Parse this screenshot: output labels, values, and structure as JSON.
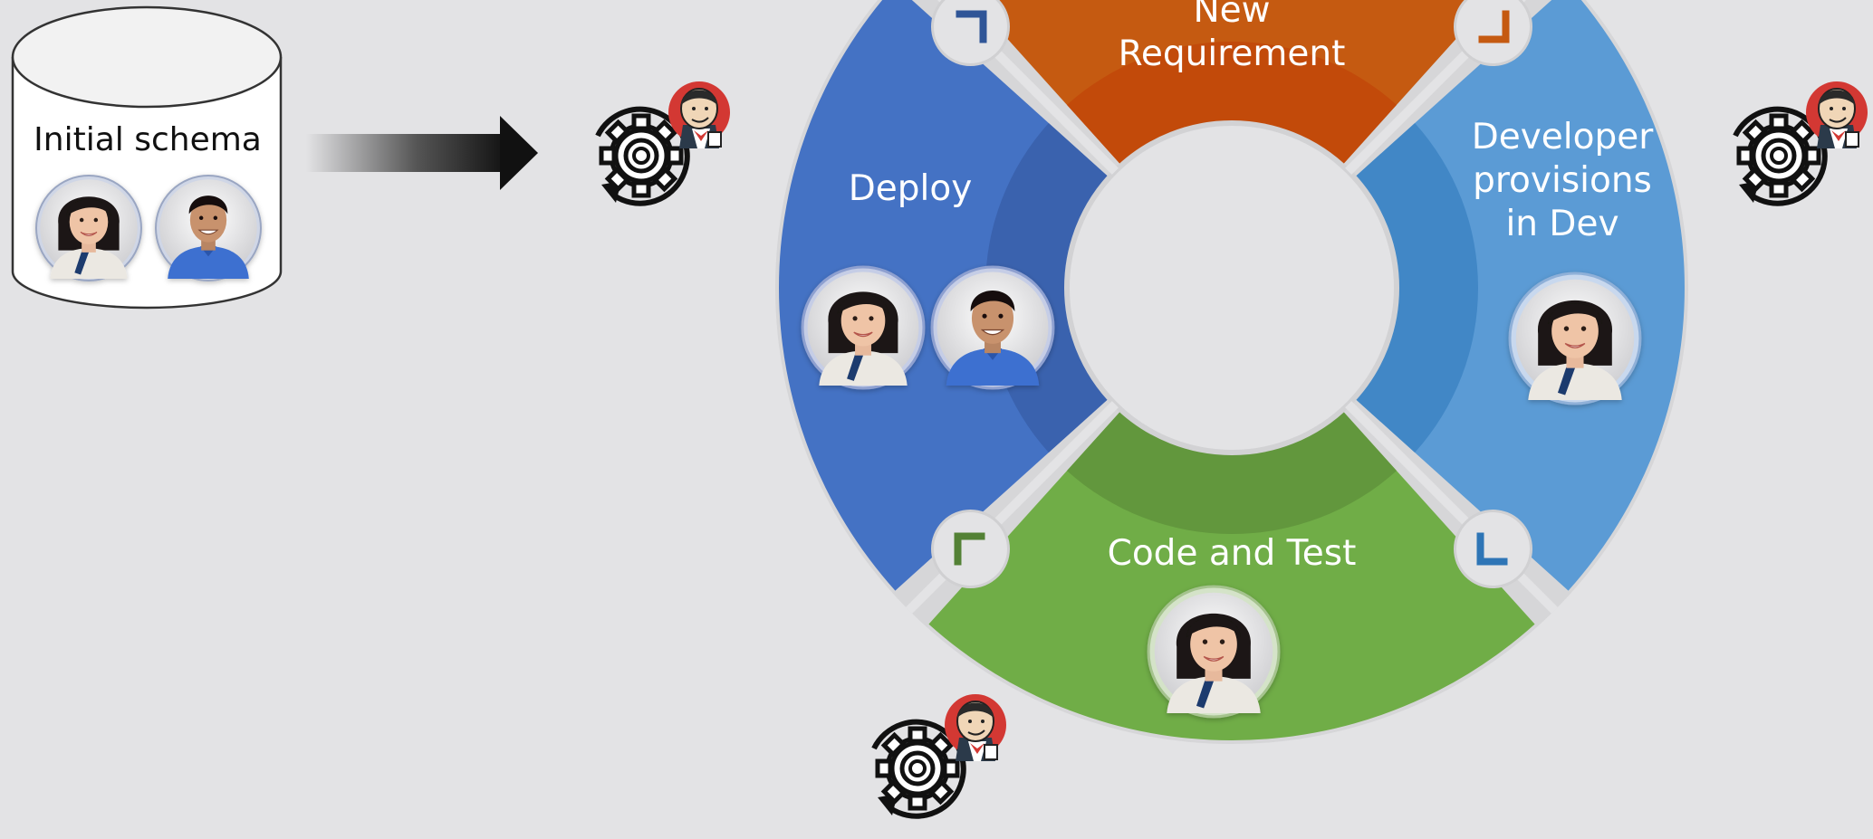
{
  "database": {
    "label": "Initial schema",
    "avatars": [
      "woman-avatar",
      "man-avatar"
    ]
  },
  "cycle": {
    "segments": [
      {
        "id": "requirement",
        "label": "New\nRequirement",
        "color": "#c55a11",
        "inner_color": "#c24a0a",
        "avatars": []
      },
      {
        "id": "dev",
        "label": "Developer\nprovisions\nin Dev",
        "color": "#5b9bd5",
        "inner_color": "#4187c6",
        "avatars": [
          "woman-avatar"
        ]
      },
      {
        "id": "code",
        "label": "Code and Test",
        "color": "#70ad47",
        "inner_color": "#62973d",
        "avatars": [
          "woman-avatar"
        ]
      },
      {
        "id": "deploy",
        "label": "Deploy",
        "color": "#4472c4",
        "inner_color": "#3a62ae",
        "avatars": [
          "woman-avatar",
          "man-avatar"
        ]
      }
    ],
    "corner_marks": [
      {
        "position": "top-left",
        "color": "#2f5597"
      },
      {
        "position": "top-right",
        "color": "#c55a11"
      },
      {
        "position": "bottom-right",
        "color": "#2e75b6"
      },
      {
        "position": "bottom-left",
        "color": "#538135"
      }
    ]
  },
  "automation_icons": [
    "jenkins-gear-icon",
    "jenkins-gear-icon",
    "jenkins-gear-icon"
  ],
  "arrow": {
    "icon": "arrow-right-icon"
  }
}
